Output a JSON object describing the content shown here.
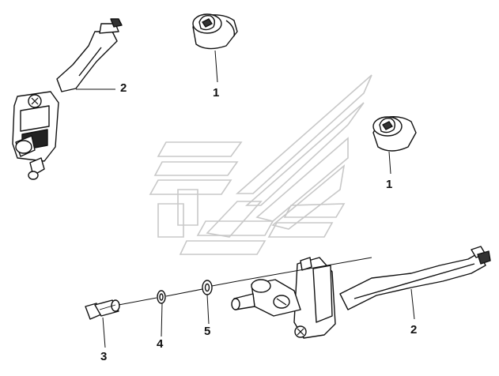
{
  "callouts": {
    "bumper_top": "1",
    "bumper_right": "1",
    "check_arm_upper": "2",
    "check_arm_lower": "2",
    "bolt": "3",
    "washer_small": "4",
    "washer_large": "5"
  },
  "colors": {
    "line": "#111111",
    "watermark": "#c8c8c8",
    "background": "#ffffff"
  }
}
